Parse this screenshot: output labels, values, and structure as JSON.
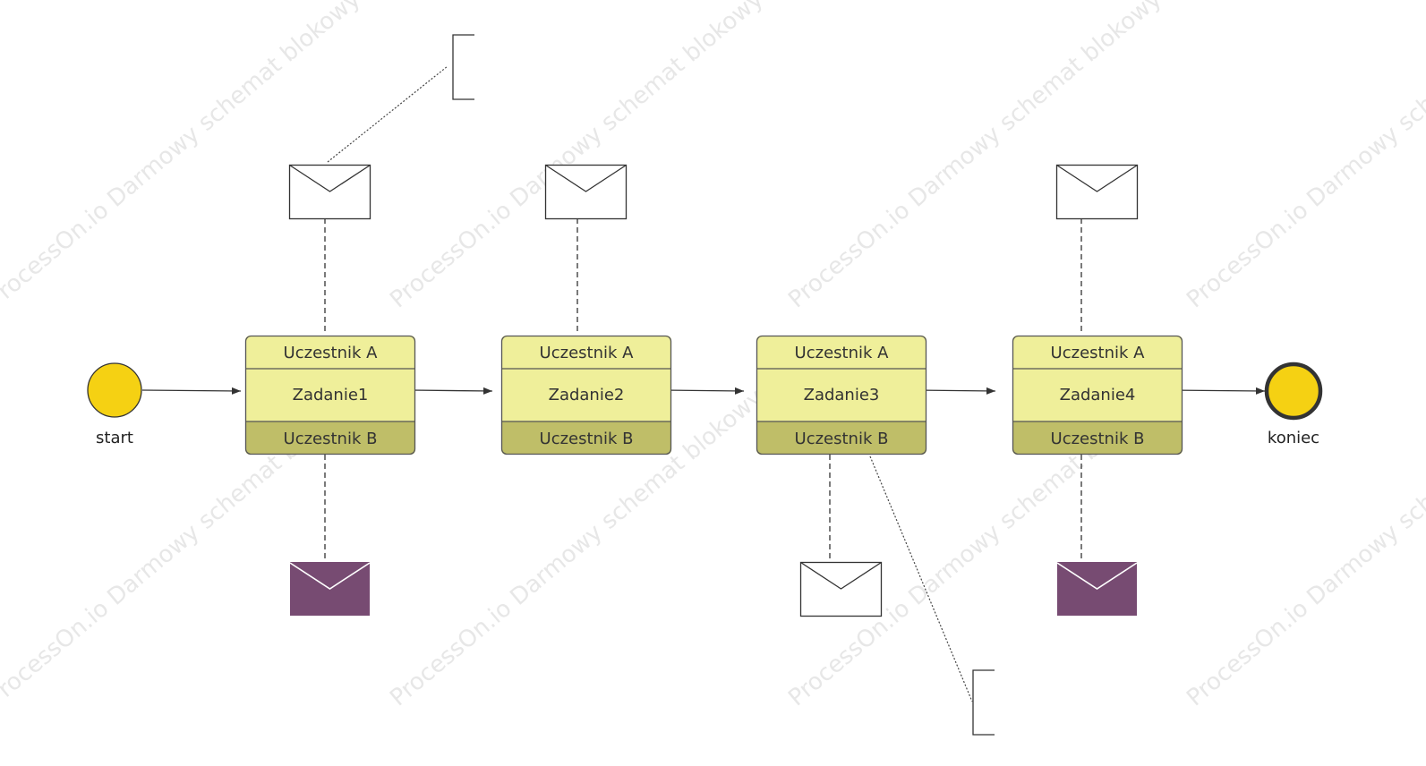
{
  "colors": {
    "event_fill": "#f5d113",
    "event_stroke": "#333333",
    "task_light": "#efef9a",
    "task_dark": "#bfbe68",
    "task_stroke": "#555555",
    "msg_dark": "#774b72",
    "msg_stroke": "#333333",
    "line": "#333333",
    "watermark": "#d4d4d4"
  },
  "watermark": {
    "text": "ProcessOn.io Darmowy schemat blokowy"
  },
  "events": {
    "start": {
      "label": "start",
      "type": "start-event"
    },
    "end": {
      "label": "koniec",
      "type": "end-event"
    }
  },
  "tasks": [
    {
      "top": "Uczestnik A",
      "name": "Zadanie1",
      "bottom": "Uczestnik B"
    },
    {
      "top": "Uczestnik A",
      "name": "Zadanie2",
      "bottom": "Uczestnik B"
    },
    {
      "top": "Uczestnik A",
      "name": "Zadanie3",
      "bottom": "Uczestnik B"
    },
    {
      "top": "Uczestnik A",
      "name": "Zadanie4",
      "bottom": "Uczestnik B"
    }
  ],
  "messages": {
    "top": [
      {
        "task": 0,
        "style": "outline-envelope-icon"
      },
      {
        "task": 1,
        "style": "outline-envelope-icon"
      },
      {
        "task": 3,
        "style": "outline-envelope-icon"
      }
    ],
    "bottom": [
      {
        "task": 0,
        "style": "filled-envelope-icon"
      },
      {
        "task": 2,
        "style": "outline-envelope-icon"
      },
      {
        "task": 3,
        "style": "filled-envelope-icon"
      }
    ]
  },
  "annotations": [
    {
      "text": ""
    },
    {
      "text": ""
    }
  ]
}
